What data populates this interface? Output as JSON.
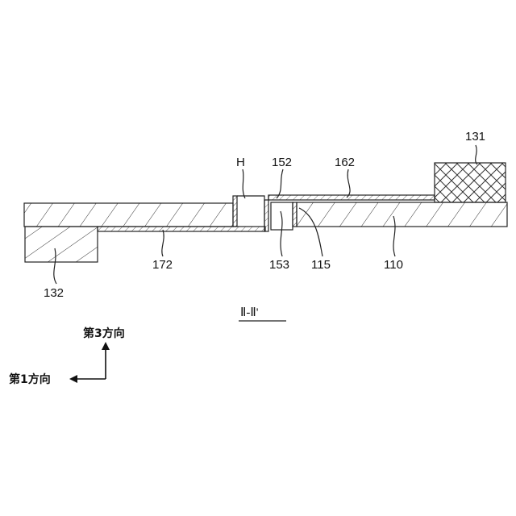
{
  "labels": {
    "l131": "131",
    "lH": "H",
    "l152": "152",
    "l162": "162",
    "l172": "172",
    "l153": "153",
    "l115": "115",
    "l110": "110",
    "l132": "132",
    "section": "Ⅱ-Ⅱ'",
    "dir3": "第3方向",
    "dir1": "第1方向"
  }
}
